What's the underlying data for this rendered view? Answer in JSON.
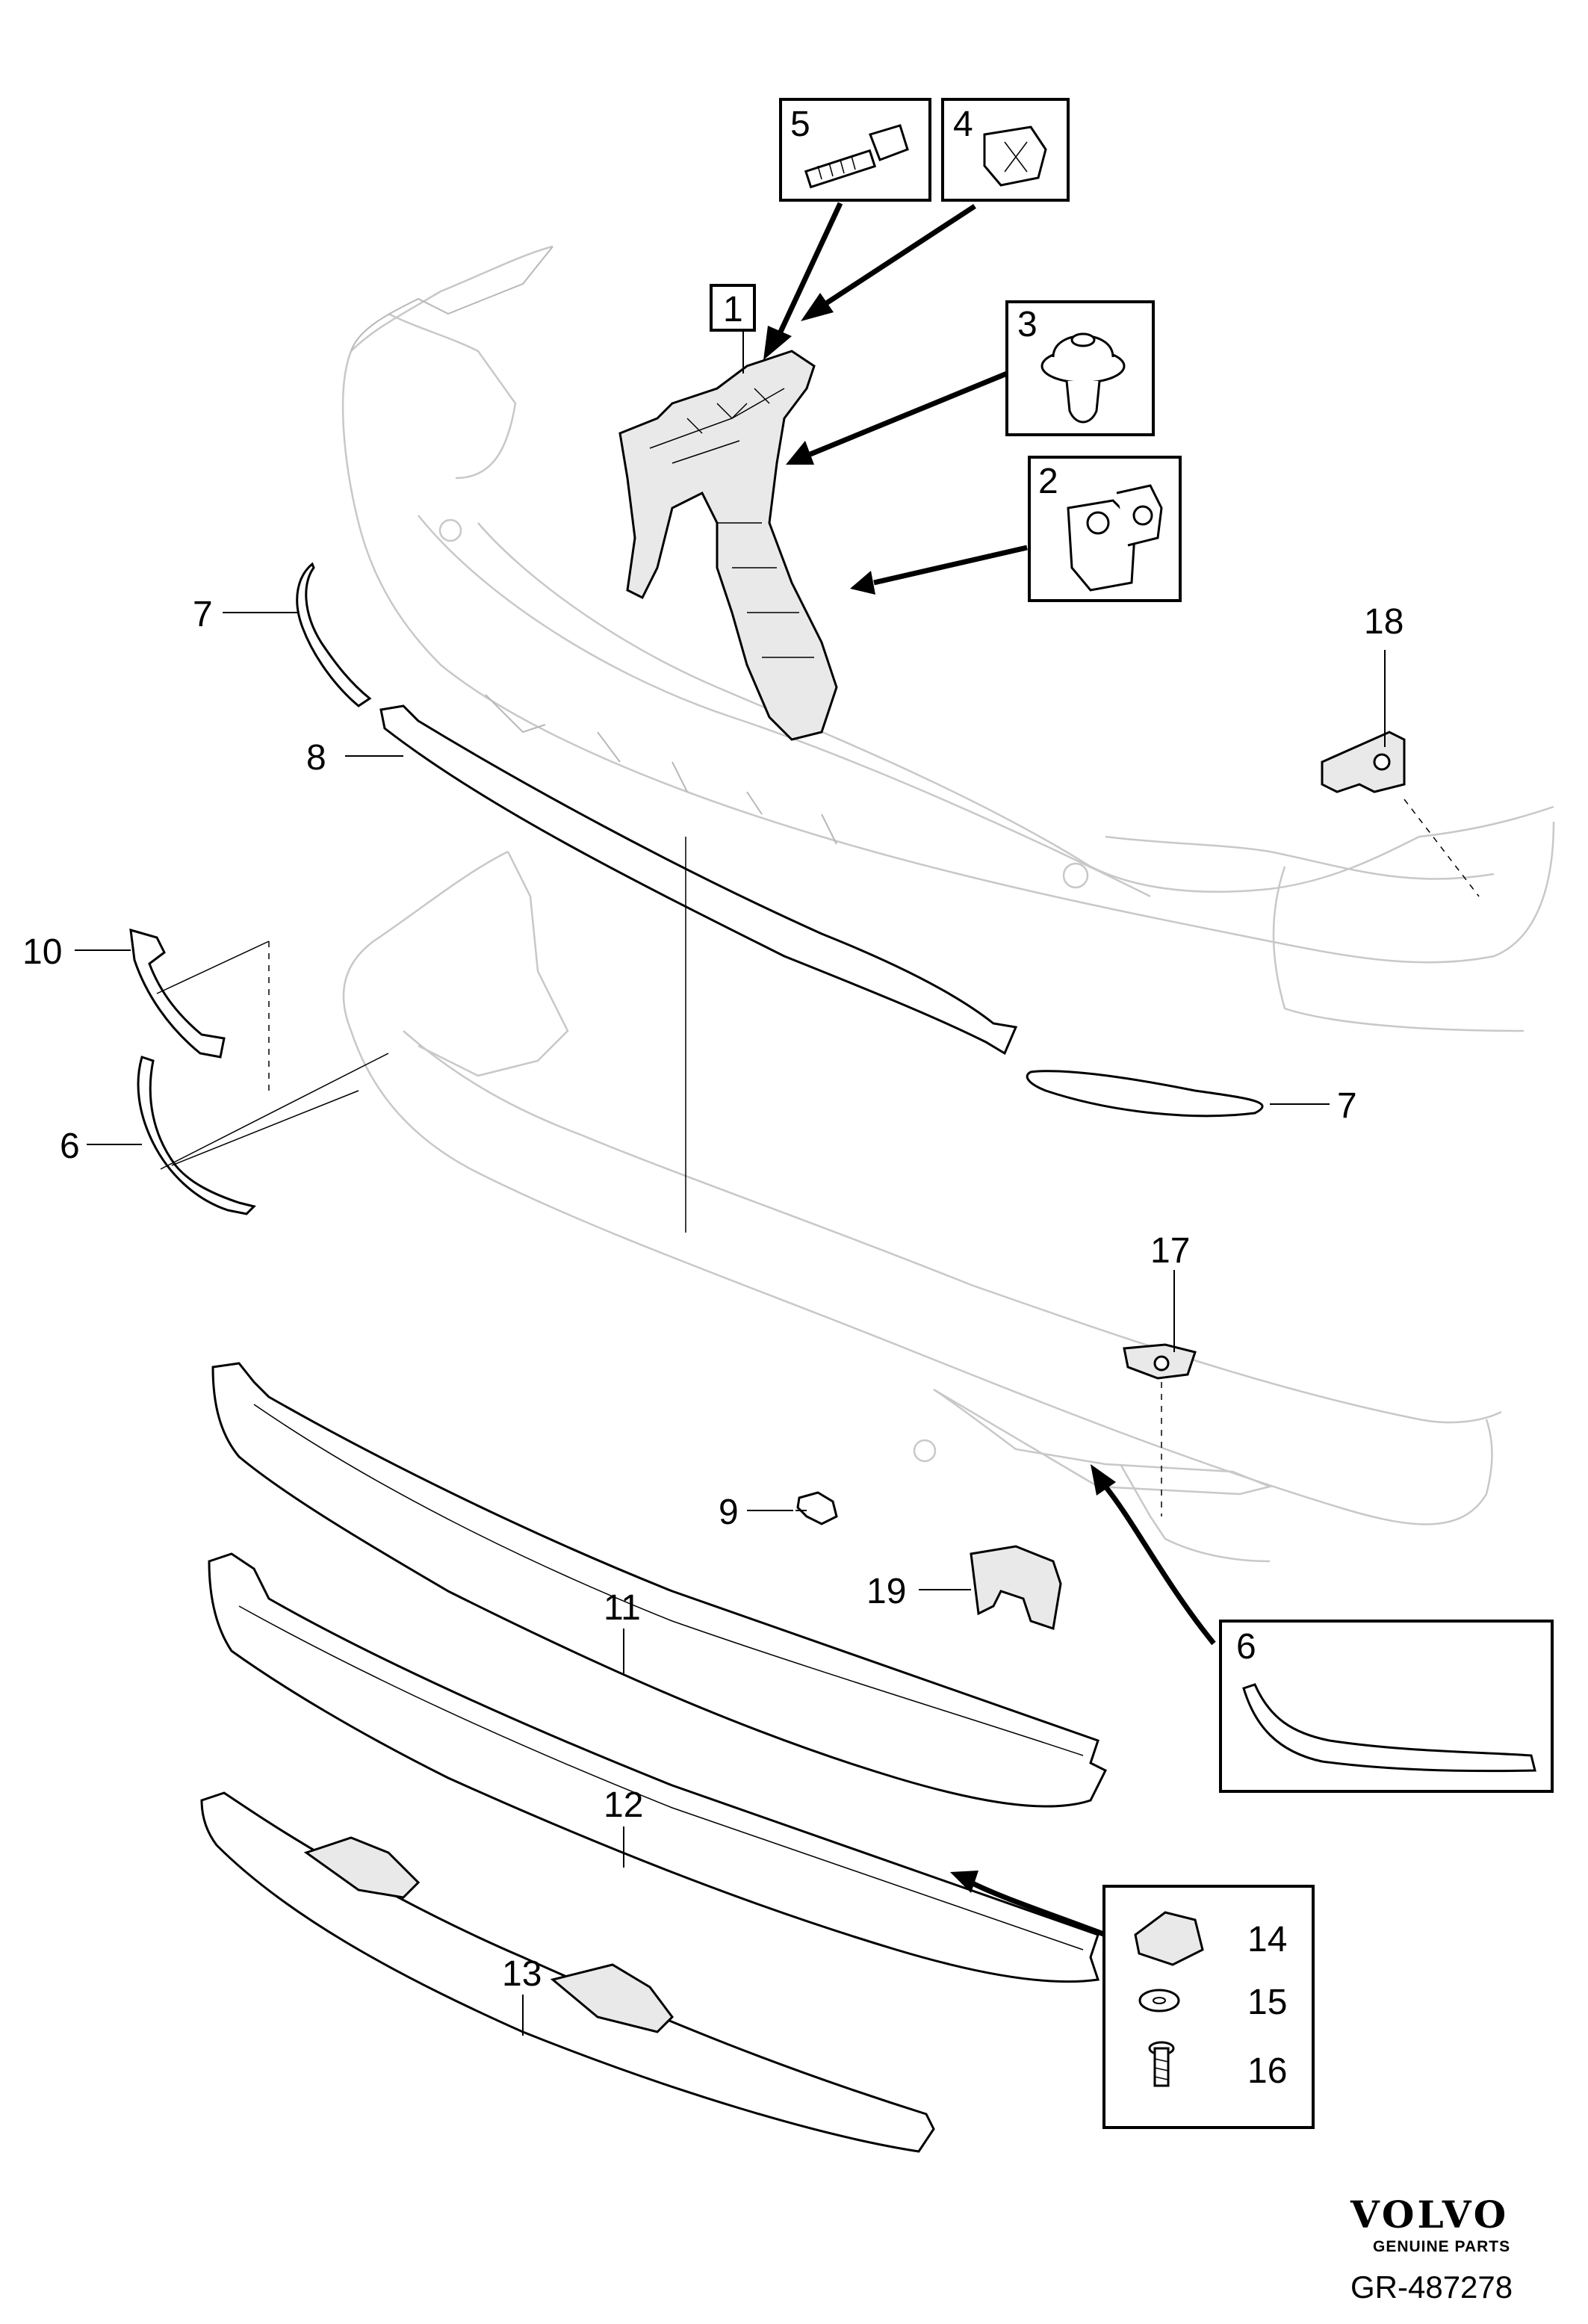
{
  "diagram": {
    "callouts": {
      "c1": "1",
      "c2": "2",
      "c3": "3",
      "c4": "4",
      "c5": "5",
      "c6_left": "6",
      "c6_box": "6",
      "c7_left": "7",
      "c7_right": "7",
      "c8": "8",
      "c9": "9",
      "c10": "10",
      "c11": "11",
      "c12": "12",
      "c13": "13",
      "c14": "14",
      "c15": "15",
      "c16": "16",
      "c17": "17",
      "c18": "18",
      "c19": "19"
    },
    "brand": {
      "name": "VOLVO",
      "tagline": "GENUINE PARTS"
    },
    "document_id": "GR-487278"
  }
}
